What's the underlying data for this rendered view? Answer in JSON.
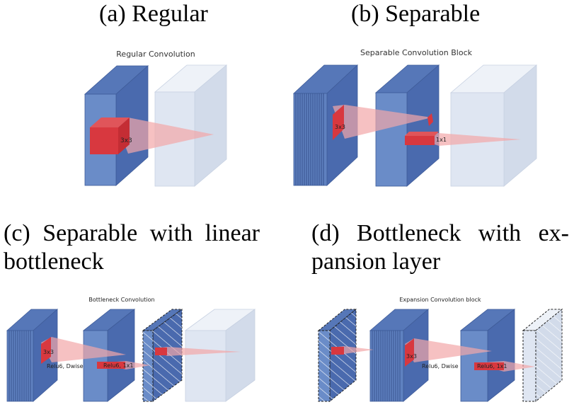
{
  "panels": {
    "a": {
      "caption": "(a) Regular",
      "subtitle": "Regular Convolution",
      "kernel_label": "3x3"
    },
    "b": {
      "caption": "(b) Separable",
      "subtitle": "Separable Convolution Block",
      "dw_label": "3x3",
      "pw_label": "1x1"
    },
    "c": {
      "caption_line1": "(c) Separable with linear",
      "caption_line2": "bottleneck",
      "subtitle": "Bottleneck Convolution",
      "dw_label": "3x3",
      "dw_note": "Relu6, Dwise",
      "pw_note": "Relu6, 1x1"
    },
    "d": {
      "caption_line1": "(d) Bottleneck with ex-",
      "caption_line2": "pansion layer",
      "subtitle": "Expansion Convolution block",
      "dw_label": "3x3",
      "dw_note": "Relu6, Dwise",
      "pw_note": "Relu6, 1x1"
    }
  },
  "colors": {
    "tensor_front": "#6a8cc8",
    "tensor_top": "#5677b8",
    "tensor_side": "#4a6aae",
    "output_front": "#dfe6f2",
    "output_top": "#eef2f8",
    "output_side": "#d2dbea",
    "kernel": "#d8383f",
    "beam": "#f2a6a8"
  }
}
